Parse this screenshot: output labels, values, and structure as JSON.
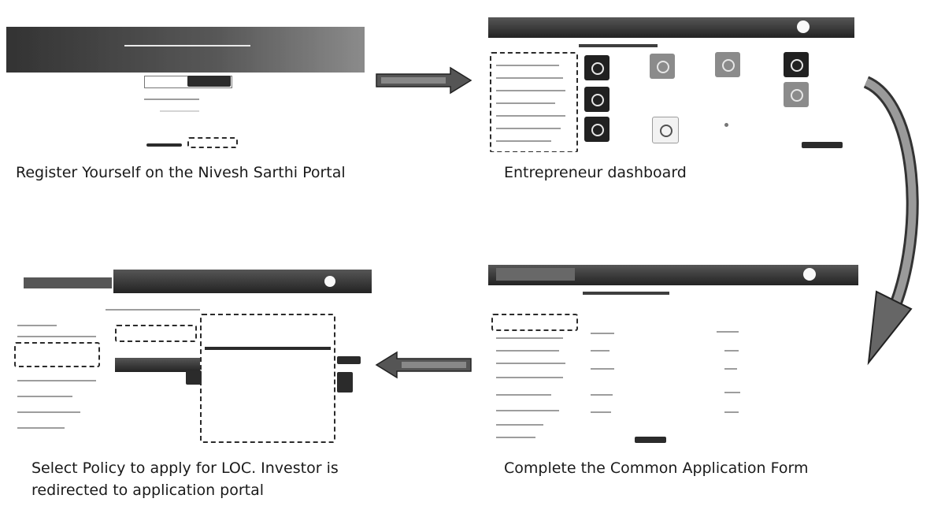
{
  "steps": [
    {
      "caption": "Register Yourself on the Nivesh Sarthi Portal"
    },
    {
      "caption": "Entrepreneur dashboard"
    },
    {
      "caption": "Complete the Common Application Form"
    },
    {
      "caption": "Select Policy to apply for LOC. Investor is redirected to application portal"
    }
  ]
}
